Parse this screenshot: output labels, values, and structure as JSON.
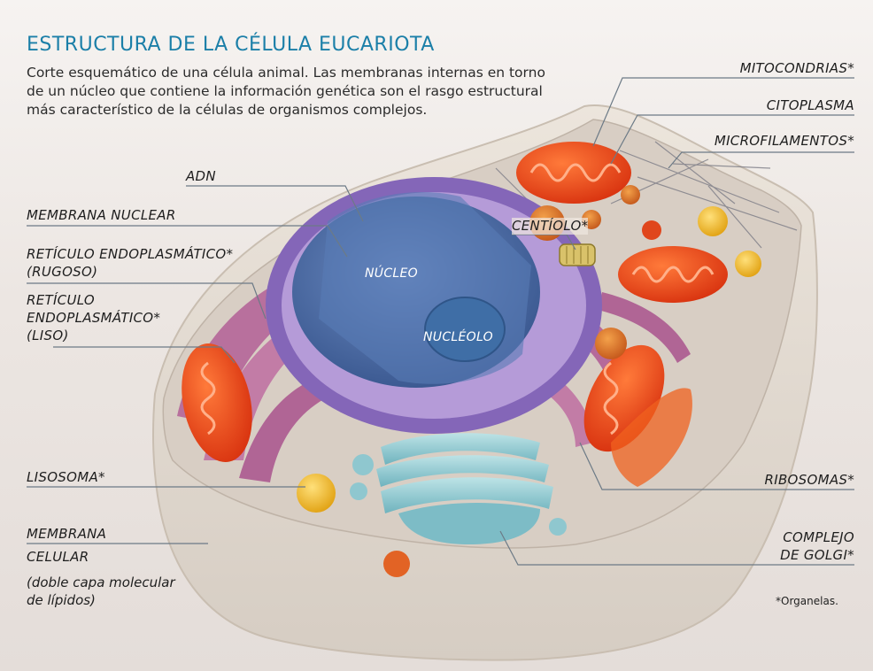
{
  "header": {
    "title": "ESTRUCTURA DE LA CÉLULA EUCARIOTA",
    "description": "Corte esquemático de una célula animal. Las membranas internas en torno de un núcleo que contiene la información genética son el rasgo estructural más característico de la células de organismos complejos."
  },
  "labels": {
    "mitocondrias": "MITOCONDRIAS*",
    "citoplasma": "CITOPLASMA",
    "microfilamentos": "MICROFILAMENTOS*",
    "adn": "ADN",
    "membrana_nuclear": "MEMBRANA NUCLEAR",
    "reticulo_rugoso_1": "RETÍCULO ENDOPLASMÁTICO*",
    "reticulo_rugoso_2": "(RUGOSO)",
    "reticulo_liso_1": "RETÍCULO",
    "reticulo_liso_2": "ENDOPLASMÁTICO*",
    "reticulo_liso_3": "(LISO)",
    "centriolo": "CENTÍOLO*",
    "nucleo": "NÚCLEO",
    "nucleolo": "NUCLÉOLO",
    "lisosoma": "LISOSOMA*",
    "ribosomas": "RIBOSOMAS*",
    "membrana_celular_1": "MEMBRANA",
    "membrana_celular_2": "CELULAR",
    "membrana_celular_3": "(doble capa molecular",
    "membrana_celular_4": "de lípidos)",
    "complejo_golgi_1": "COMPLEJO",
    "complejo_golgi_2": "DE GOLGI*"
  },
  "footnote": "*Organelas.",
  "colors": {
    "title": "#1b7fa8",
    "cell_membrane": "#e9e1d6",
    "cytoplasm": "#d9cfc6",
    "nucleus": "#4e6fa6",
    "nuclear_envelope": "#7d64b3",
    "endoplasmic_reticulum": "#b56a9a",
    "mitochondria": "#e8431c",
    "golgi": "#8fc7cf",
    "lysosome": "#f2b51b",
    "leader_line": "#6c7a86"
  }
}
